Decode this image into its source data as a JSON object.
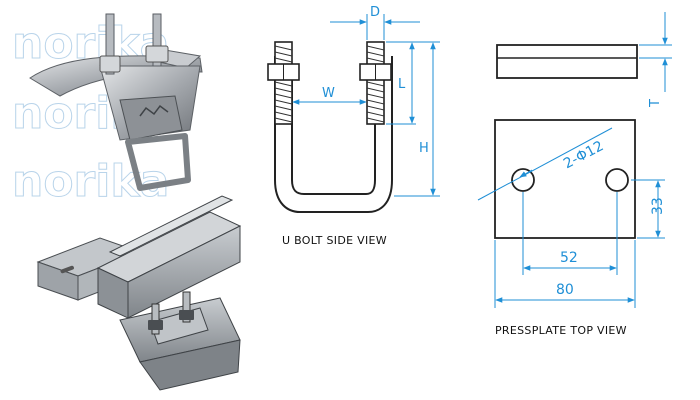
{
  "watermark": {
    "lines": [
      "norika",
      "norika",
      "norika"
    ]
  },
  "ubolt_view": {
    "caption": "U BOLT SIDE VIEW",
    "labels": {
      "d": "D",
      "w": "W",
      "l": "L",
      "h": "H"
    }
  },
  "pressplate_view": {
    "caption": "PRESSPLATE TOP VIEW",
    "labels": {
      "t": "T",
      "holes": "2-Φ12",
      "width": "80",
      "hole_spacing": "52",
      "hole_offset": "33"
    }
  },
  "colors": {
    "dimension": "#1f8fd6",
    "steel": "#a9adb2",
    "channel": "#9aa0a6",
    "outline": "#222222"
  },
  "icons": {
    "photo_clamp": "beam-clamp-photo",
    "render_assembly": "channel-beam-assembly-render"
  }
}
